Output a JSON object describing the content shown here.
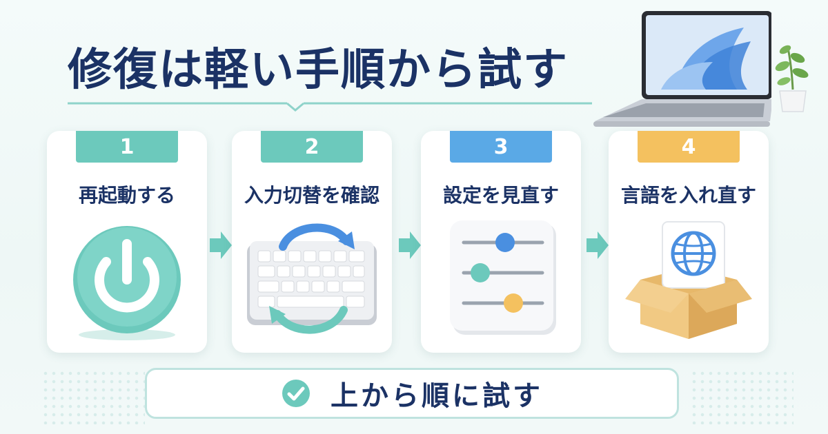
{
  "title": "修復は軽い手順から試す",
  "steps": [
    {
      "number": "1",
      "label": "再起動する",
      "color": "#6cc9bc"
    },
    {
      "number": "2",
      "label": "入力切替を確認",
      "color": "#6cc9bc"
    },
    {
      "number": "3",
      "label": "設定を見直す",
      "color": "#5aa9e6"
    },
    {
      "number": "4",
      "label": "言語を入れ直す",
      "color": "#f4c15f"
    }
  ],
  "footer": {
    "text": "上から順に試す"
  },
  "colors": {
    "accent": "#6cc9bc",
    "navy": "#1b3265",
    "blue": "#4a8fe0",
    "yellow": "#f4c15f"
  },
  "icons": [
    "power-icon",
    "keyboard-sync-icon",
    "sliders-icon",
    "globe-box-icon",
    "check-circle-icon",
    "laptop-icon",
    "plant-icon"
  ]
}
